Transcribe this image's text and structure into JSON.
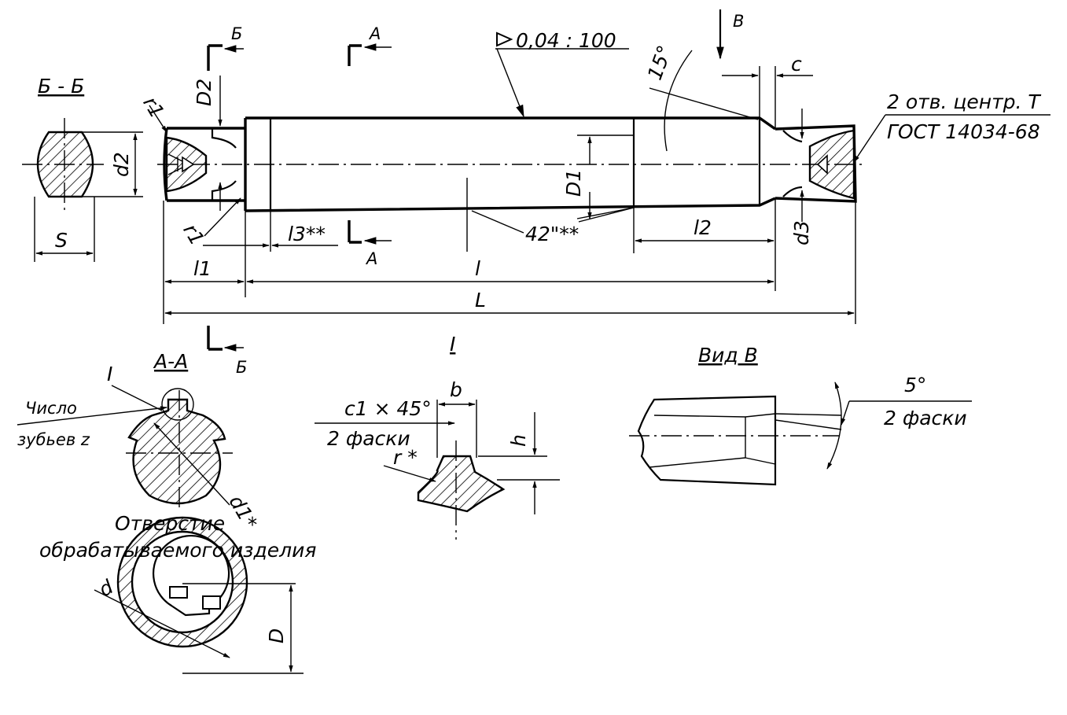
{
  "labels": {
    "section_bb_title": "Б - Б",
    "section_aa_title": "А-А",
    "detail_i_title": "I",
    "view_b_title": "Вид В",
    "cut_b_top": "Б",
    "cut_b_bottom": "Б",
    "cut_a_top": "А",
    "cut_a_bottom": "А",
    "view_arrow_b": "В",
    "taper_note": "0,04 : 100",
    "angle_15": "15°",
    "dim_c": "с",
    "center_holes_line1": "2 отв. центр. Т",
    "center_holes_line2": "ГОСТ 14034-68",
    "dim_D2": "D2",
    "dim_d2": "d2",
    "dim_S": "S",
    "dim_r1_top": "r1",
    "dim_r1_bottom": "r1",
    "dim_D1": "D1",
    "dim_l3": "l3**",
    "angle_42": "42\"**",
    "dim_l2": "l2",
    "dim_d3": "d3",
    "dim_l1": "l1",
    "dim_l": "l",
    "dim_L": "L",
    "detail_marker_i": "I",
    "teeth_line1": "Число",
    "teeth_line2": "зубьев z",
    "dim_d1_star": "d1*",
    "chamfer_c1": "с1 × 45°",
    "chamfer_count": "2 фаски",
    "dim_b": "b",
    "dim_h": "h",
    "dim_r_star": "r *",
    "angle_5": "5°",
    "chamfer_count_b": "2 фаски",
    "hole_line1": "Отверстие",
    "hole_line2": "обрабатываемого изделия",
    "dim_d": "d",
    "dim_D": "D"
  }
}
